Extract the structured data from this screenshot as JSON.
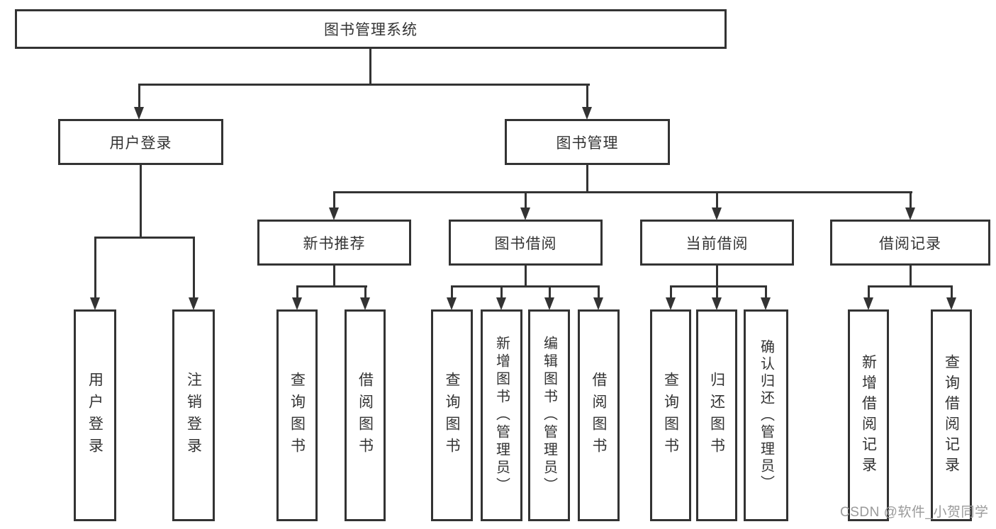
{
  "watermark": "CSDN @软件_小贺同学",
  "colors": {
    "line": "#333333",
    "text": "#333333",
    "watermark": "#9a9a9a",
    "background": "#ffffff"
  },
  "tree": {
    "label": "图书管理系统",
    "children": [
      {
        "label": "用户登录",
        "children": [
          {
            "label": "用户登录"
          },
          {
            "label": "注销登录"
          }
        ]
      },
      {
        "label": "图书管理",
        "children": [
          {
            "label": "新书推荐",
            "children": [
              {
                "label": "查询图书"
              },
              {
                "label": "借阅图书"
              }
            ]
          },
          {
            "label": "图书借阅",
            "children": [
              {
                "label": "查询图书"
              },
              {
                "label": "新增图书（管理员）"
              },
              {
                "label": "编辑图书（管理员）"
              },
              {
                "label": "借阅图书"
              }
            ]
          },
          {
            "label": "当前借阅",
            "children": [
              {
                "label": "查询图书"
              },
              {
                "label": "归还图书"
              },
              {
                "label": "确认归还（管理员）"
              }
            ]
          },
          {
            "label": "借阅记录",
            "children": [
              {
                "label": "新增借阅记录"
              },
              {
                "label": "查询借阅记录"
              }
            ]
          }
        ]
      }
    ]
  }
}
